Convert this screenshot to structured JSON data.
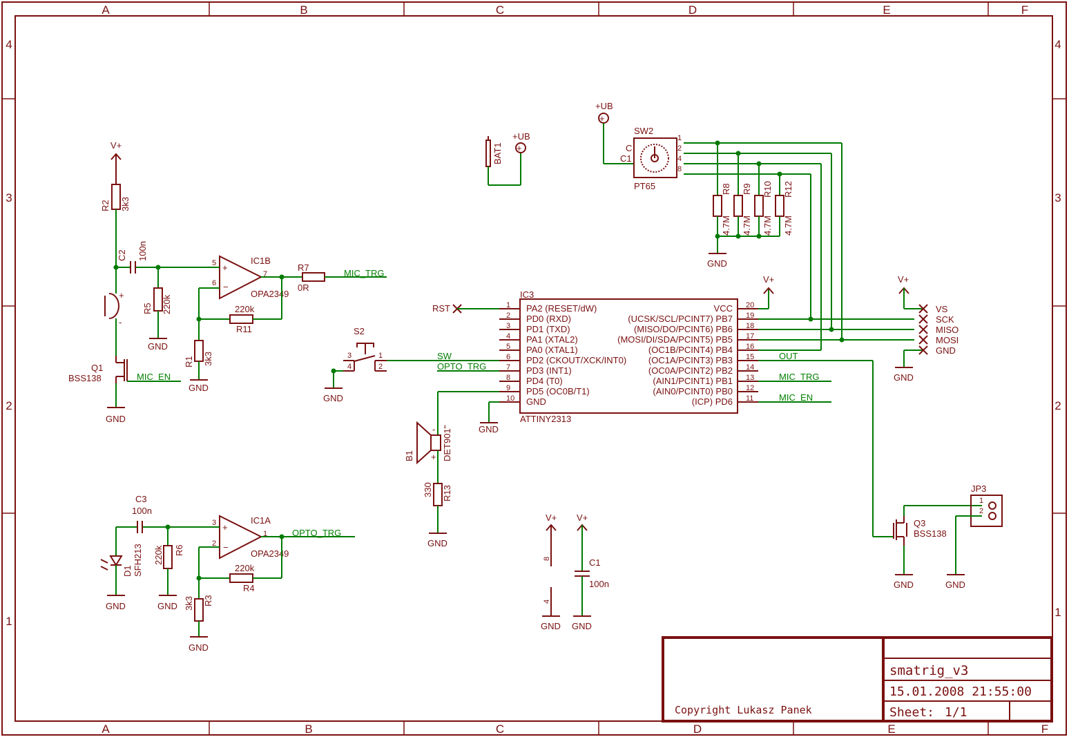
{
  "frame": {
    "columns": [
      "A",
      "B",
      "C",
      "D",
      "E",
      "F"
    ],
    "rows": [
      "4",
      "3",
      "2",
      "1"
    ]
  },
  "titleblock": {
    "copyright": "Copyright Lukasz Panek",
    "project": "smatrig_v3",
    "datetime": "15.01.2008 21:55:00",
    "sheet_label": "Sheet:",
    "sheet_value": "1/1"
  },
  "power": {
    "vplus": "V+",
    "ub": "+UB",
    "gnd": "GND"
  },
  "parts": {
    "R2": {
      "name": "R2",
      "value": "3k3"
    },
    "C2": {
      "name": "C2",
      "value": "100n"
    },
    "R5": {
      "name": "R5",
      "value": "220k"
    },
    "Q1": {
      "name": "Q1",
      "value": "BSS138"
    },
    "IC1B": {
      "name": "IC1B",
      "value": "OPA2349"
    },
    "R7": {
      "name": "R7",
      "value": "0R"
    },
    "R11": {
      "name": "R11",
      "value": "220k"
    },
    "R1": {
      "name": "R1",
      "value": "3k3"
    },
    "C3": {
      "name": "C3",
      "value": "100n"
    },
    "D1": {
      "name": "D1",
      "value": "SFH213"
    },
    "R6": {
      "name": "R6",
      "value": "220k"
    },
    "IC1A": {
      "name": "IC1A",
      "value": "OPA2349"
    },
    "R4": {
      "name": "R4",
      "value": "220k"
    },
    "R3": {
      "name": "R3",
      "value": "3k3"
    },
    "BAT1": {
      "name": "BAT1"
    },
    "SW2": {
      "name": "SW2",
      "value": "PT65",
      "pin_c": "C",
      "pin_c1": "C1"
    },
    "R8": {
      "name": "R8",
      "value": "4.7M"
    },
    "R9": {
      "name": "R9",
      "value": "4.7M"
    },
    "R10": {
      "name": "R10",
      "value": "4.7M"
    },
    "R12": {
      "name": "R12",
      "value": "4.7M"
    },
    "S2": {
      "name": "S2"
    },
    "B1": {
      "name": "B1",
      "value": "DET901\""
    },
    "R13": {
      "name": "R13",
      "value": "330"
    },
    "C1": {
      "name": "C1",
      "value": "100n"
    },
    "IC3": {
      "name": "IC3",
      "value": "ATTINY2313"
    },
    "Q3": {
      "name": "Q3",
      "value": "BSS138"
    },
    "JP3": {
      "name": "JP3"
    }
  },
  "ic3": {
    "left_pins": [
      {
        "num": "1",
        "name": "PA2 (RESET/dW)"
      },
      {
        "num": "2",
        "name": "PD0 (RXD)"
      },
      {
        "num": "3",
        "name": "PD1 (TXD)"
      },
      {
        "num": "4",
        "name": "PA1 (XTAL2)"
      },
      {
        "num": "5",
        "name": "PA0 (XTAL1)"
      },
      {
        "num": "6",
        "name": "PD2 (CKOUT/XCK/INT0)"
      },
      {
        "num": "7",
        "name": "PD3 (INT1)"
      },
      {
        "num": "8",
        "name": "PD4 (T0)"
      },
      {
        "num": "9",
        "name": "PD5 (OC0B/T1)"
      },
      {
        "num": "10",
        "name": "GND"
      }
    ],
    "right_pins": [
      {
        "num": "20",
        "name": "VCC"
      },
      {
        "num": "19",
        "name": "(UCSK/SCL/PCINT7) PB7"
      },
      {
        "num": "18",
        "name": "(MISO/DO/PCINT6) PB6"
      },
      {
        "num": "17",
        "name": "(MOSI/DI/SDA/PCINT5) PB5"
      },
      {
        "num": "16",
        "name": "(OC1B/PCINT4) PB4"
      },
      {
        "num": "15",
        "name": "(OC1A/PCINT3) PB3"
      },
      {
        "num": "14",
        "name": "(OC0A/PCINT2) PB2"
      },
      {
        "num": "13",
        "name": "(AIN1/PCINT1) PB1"
      },
      {
        "num": "12",
        "name": "(AIN0/PCINT0) PB0"
      },
      {
        "num": "11",
        "name": "(ICP) PD6"
      }
    ]
  },
  "nets": {
    "mic_trg": "MIC_TRG",
    "mic_en": "MIC_EN",
    "opto_trg": "OPTO_TRG",
    "sw": "SW",
    "out": "OUT",
    "rst": "RST"
  },
  "isp": [
    "VS",
    "SCK",
    "MISO",
    "MOSI",
    "GND"
  ],
  "pinnums": {
    "opamp_b": [
      "5",
      "6",
      "7"
    ],
    "opamp_a": [
      "3",
      "2",
      "1"
    ],
    "sw2": [
      "1",
      "2",
      "4",
      "8"
    ],
    "s2": [
      "3",
      "4",
      "1",
      "2"
    ],
    "jp3": [
      "1",
      "2"
    ],
    "power_pins": [
      "8",
      "4"
    ]
  }
}
